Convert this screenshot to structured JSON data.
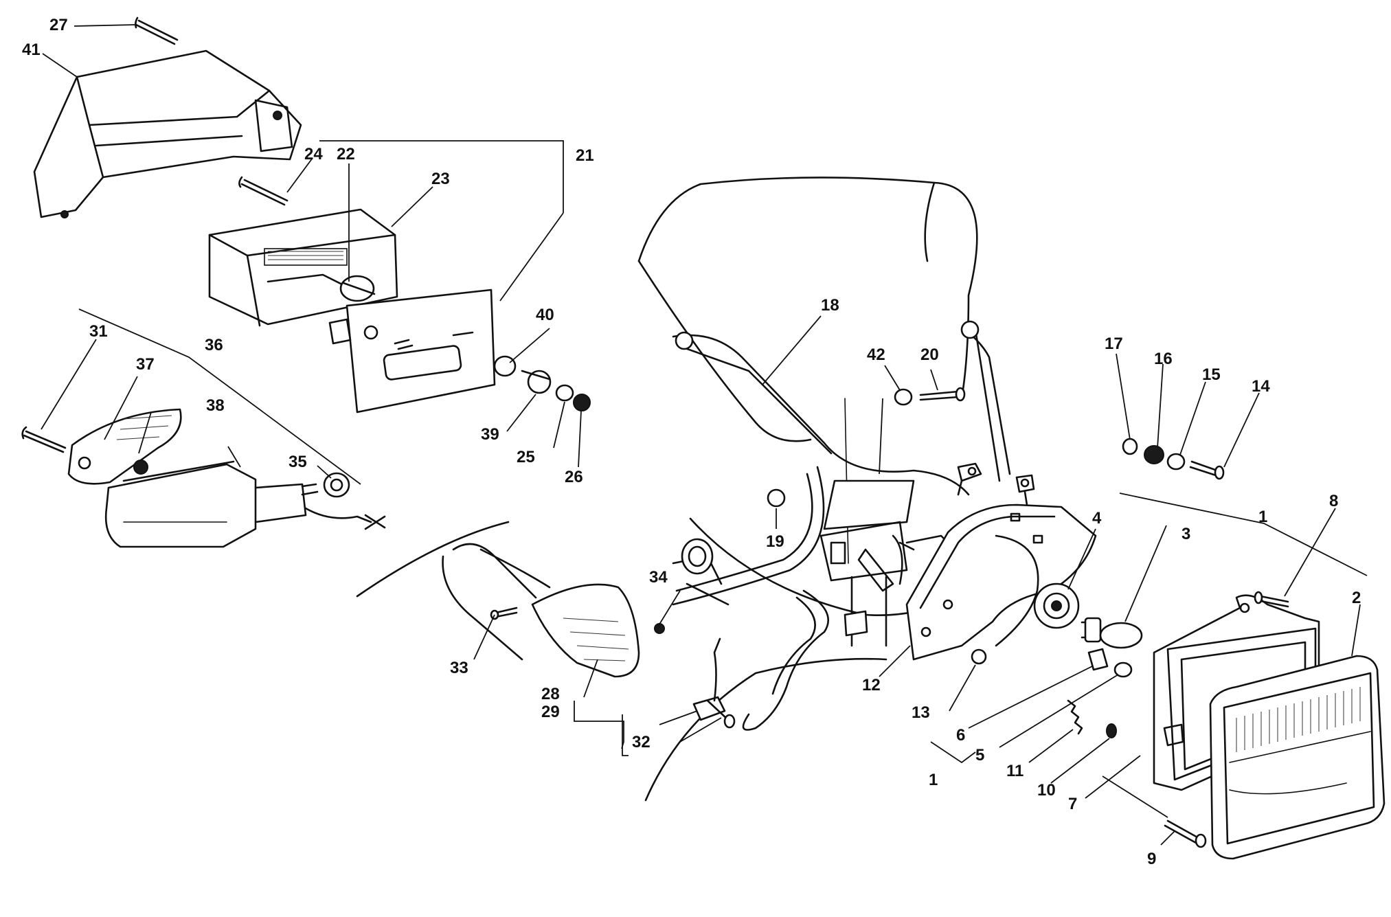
{
  "callouts": [
    {
      "id": "c1a",
      "text": "1"
    },
    {
      "id": "c1b",
      "text": "1"
    },
    {
      "id": "c2",
      "text": "2"
    },
    {
      "id": "c3",
      "text": "3"
    },
    {
      "id": "c4",
      "text": "4"
    },
    {
      "id": "c5",
      "text": "5"
    },
    {
      "id": "c6",
      "text": "6"
    },
    {
      "id": "c7",
      "text": "7"
    },
    {
      "id": "c8",
      "text": "8"
    },
    {
      "id": "c9",
      "text": "9"
    },
    {
      "id": "c10",
      "text": "10"
    },
    {
      "id": "c11",
      "text": "11"
    },
    {
      "id": "c12",
      "text": "12"
    },
    {
      "id": "c13",
      "text": "13"
    },
    {
      "id": "c14",
      "text": "14"
    },
    {
      "id": "c15",
      "text": "15"
    },
    {
      "id": "c16",
      "text": "16"
    },
    {
      "id": "c17",
      "text": "17"
    },
    {
      "id": "c18",
      "text": "18"
    },
    {
      "id": "c19",
      "text": "19"
    },
    {
      "id": "c20",
      "text": "20"
    },
    {
      "id": "c21",
      "text": "21"
    },
    {
      "id": "c22",
      "text": "22"
    },
    {
      "id": "c23",
      "text": "23"
    },
    {
      "id": "c24",
      "text": "24"
    },
    {
      "id": "c25",
      "text": "25"
    },
    {
      "id": "c26",
      "text": "26"
    },
    {
      "id": "c27",
      "text": "27"
    },
    {
      "id": "c28",
      "text": "28"
    },
    {
      "id": "c29",
      "text": "29"
    },
    {
      "id": "c31",
      "text": "31"
    },
    {
      "id": "c32",
      "text": "32"
    },
    {
      "id": "c33",
      "text": "33"
    },
    {
      "id": "c34",
      "text": "34"
    },
    {
      "id": "c35",
      "text": "35"
    },
    {
      "id": "c36",
      "text": "36"
    },
    {
      "id": "c37",
      "text": "37"
    },
    {
      "id": "c38",
      "text": "38"
    },
    {
      "id": "c39",
      "text": "39"
    },
    {
      "id": "c40",
      "text": "40"
    },
    {
      "id": "c41",
      "text": "41"
    },
    {
      "id": "c42",
      "text": "42"
    }
  ]
}
